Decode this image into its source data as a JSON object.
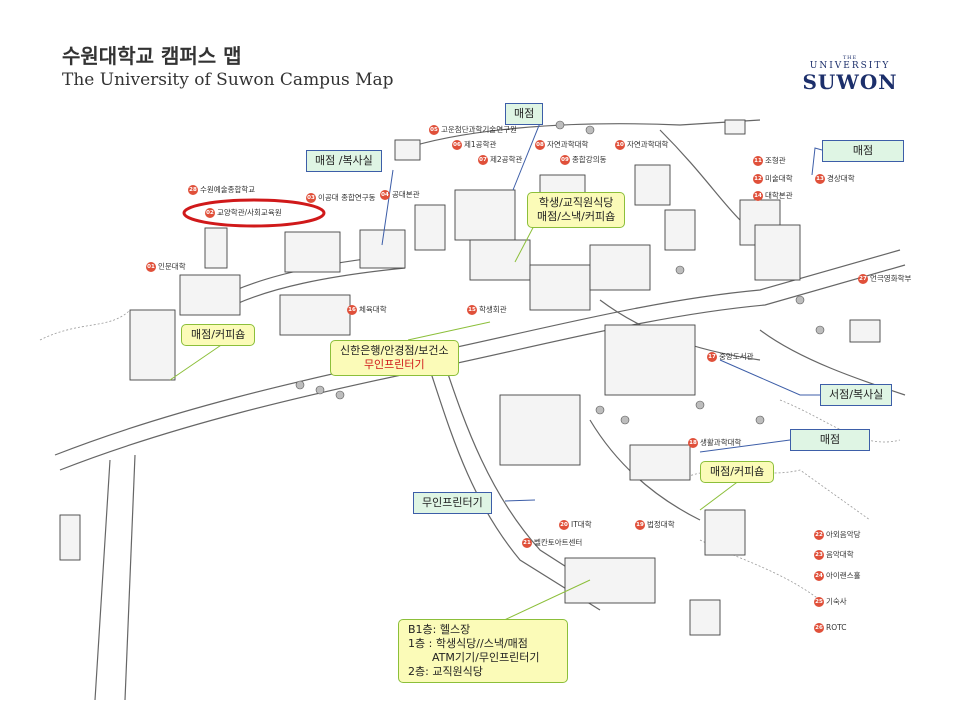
{
  "title": {
    "korean": "수원대학교 캠퍼스 맵",
    "english": "The University of Suwon Campus Map"
  },
  "logo": {
    "the": "THE",
    "university": "UNIVERSITY",
    "suwon": "SUWON"
  },
  "buildings": [
    {
      "num": "01",
      "name": "인문대학"
    },
    {
      "num": "02",
      "name": "교양학관/사회교육원"
    },
    {
      "num": "03",
      "name": "이공대 종합연구동"
    },
    {
      "num": "04",
      "name": "공대본관"
    },
    {
      "num": "05",
      "name": "고운첨단과학기술연구원"
    },
    {
      "num": "06",
      "name": "제1공학관"
    },
    {
      "num": "07",
      "name": "제2공학관"
    },
    {
      "num": "08",
      "name": "자연과학대학"
    },
    {
      "num": "09",
      "name": "종합강의동"
    },
    {
      "num": "10",
      "name": "자연과학대학"
    },
    {
      "num": "11",
      "name": "조형관"
    },
    {
      "num": "12",
      "name": "미술대학"
    },
    {
      "num": "13",
      "name": "경상대학"
    },
    {
      "num": "14",
      "name": "대학본관"
    },
    {
      "num": "15",
      "name": "학생회관"
    },
    {
      "num": "16",
      "name": "체육대학"
    },
    {
      "num": "17",
      "name": "중앙도서관"
    },
    {
      "num": "18",
      "name": "생활과학대학"
    },
    {
      "num": "19",
      "name": "법정대학"
    },
    {
      "num": "20",
      "name": "IT대학"
    },
    {
      "num": "21",
      "name": "벨칸토아트센터"
    },
    {
      "num": "22",
      "name": "아외음악당"
    },
    {
      "num": "23",
      "name": "음악대학"
    },
    {
      "num": "24",
      "name": "아이랜스홀"
    },
    {
      "num": "25",
      "name": "기숙사"
    },
    {
      "num": "26",
      "name": "ROTC"
    },
    {
      "num": "27",
      "name": "언극영화학부"
    },
    {
      "num": "28",
      "name": "수원예술종합학교"
    }
  ],
  "callouts": {
    "c1": [
      "매점"
    ],
    "c2": [
      "매점 /복사실"
    ],
    "c3": [
      "학생/교직원식당",
      "매점/스낵/커피숍"
    ],
    "c4": [
      "매점"
    ],
    "c5": [
      "매점/커피숍"
    ],
    "c6": [
      "신한은행/안경점/보건소",
      "무인프린터기"
    ],
    "c7": [
      "서점/복사실"
    ],
    "c8": [
      "매점"
    ],
    "c9": [
      "매점/커피숍"
    ],
    "c10": [
      "무인프린터기"
    ],
    "c11": [
      "B1층: 헬스장",
      "1층 : 학생식당//스낵/매점",
      "ATM기기/무인프린터기",
      "2층: 교직원식당"
    ]
  },
  "colors": {
    "callout_blue_border": "#3d5ea8",
    "callout_green_fill": "#dff5e4",
    "callout_yellow_fill": "#fbfbb8",
    "highlight_red": "#d0191a",
    "badge_red": "#e0503a"
  }
}
